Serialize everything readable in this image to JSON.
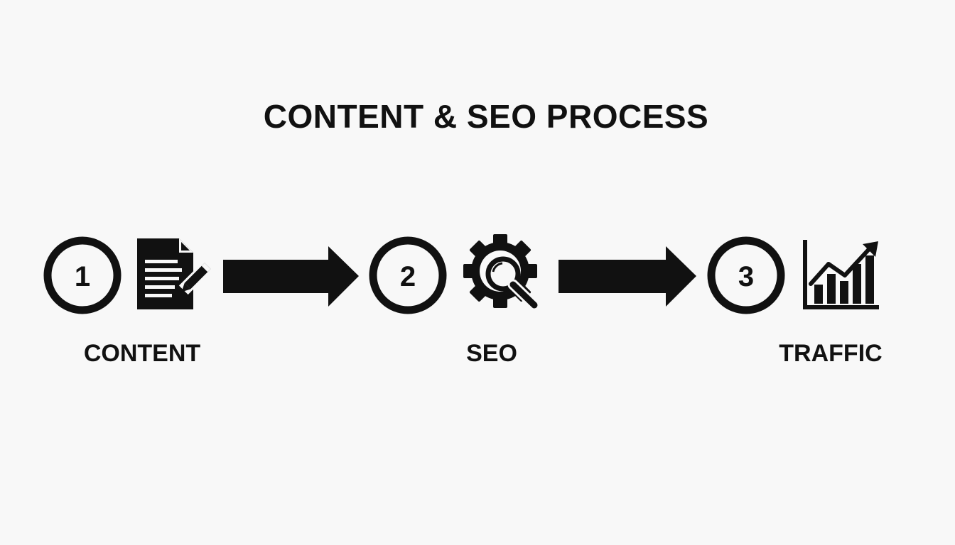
{
  "title": "CONTENT & SEO PROCESS",
  "steps": [
    {
      "number": "1",
      "label": "CONTENT",
      "icon": "document-pencil-icon"
    },
    {
      "number": "2",
      "label": "SEO",
      "icon": "gear-magnifier-icon"
    },
    {
      "number": "3",
      "label": "TRAFFIC",
      "icon": "growth-chart-icon"
    }
  ],
  "colors": {
    "ink": "#111111",
    "background": "#f8f8f8"
  }
}
